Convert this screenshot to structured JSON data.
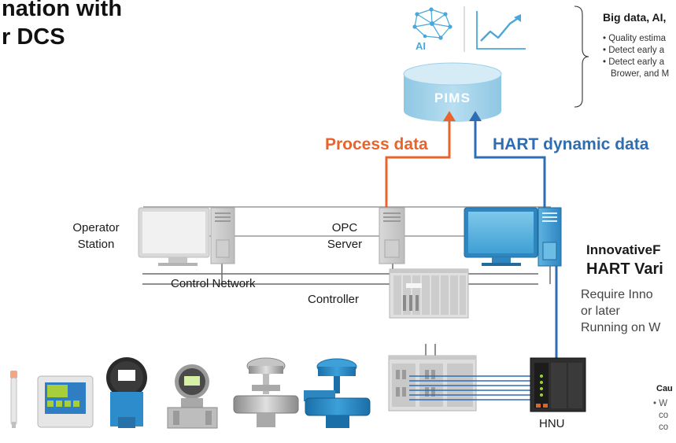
{
  "title": {
    "line1": "nation with",
    "line2": "r DCS"
  },
  "pims": {
    "label": "PIMS",
    "ai_label": "AI"
  },
  "big_data": {
    "title": "Big data, AI,",
    "items": [
      "• Quality estima",
      "• Detect early a",
      "• Detect early a"
    ],
    "item_cont": "Brower, and M"
  },
  "arrows": {
    "process": "Process data",
    "hart": "HART dynamic data"
  },
  "labels": {
    "operator_station": [
      "Operator",
      "Station"
    ],
    "opc_server": [
      "OPC",
      "Server"
    ],
    "control_network": "Control Network",
    "controller": "Controller",
    "hnu": "HNU"
  },
  "innovative": {
    "title": "InnovativeF",
    "subtitle": "HART Vari",
    "desc": [
      "Require Inno",
      "or later",
      "Running on W"
    ]
  },
  "caution": {
    "title": "Cau",
    "lines": [
      "• W",
      "co",
      "co"
    ]
  },
  "colors": {
    "orange": "#e8642c",
    "blue": "#2f6db3",
    "cyan": "#4aa8d8",
    "cylinder": "#a9d6ec"
  },
  "icons": [
    "neural-network-icon",
    "trend-chart-icon",
    "database-cylinder-icon",
    "monitor-icon",
    "server-tower-icon",
    "controller-rack-icon",
    "io-module-icon",
    "hnu-device-icon",
    "ph-sensor-icon",
    "analyzer-icon",
    "flow-meter-icon",
    "pressure-transmitter-icon",
    "control-valve-icon"
  ]
}
